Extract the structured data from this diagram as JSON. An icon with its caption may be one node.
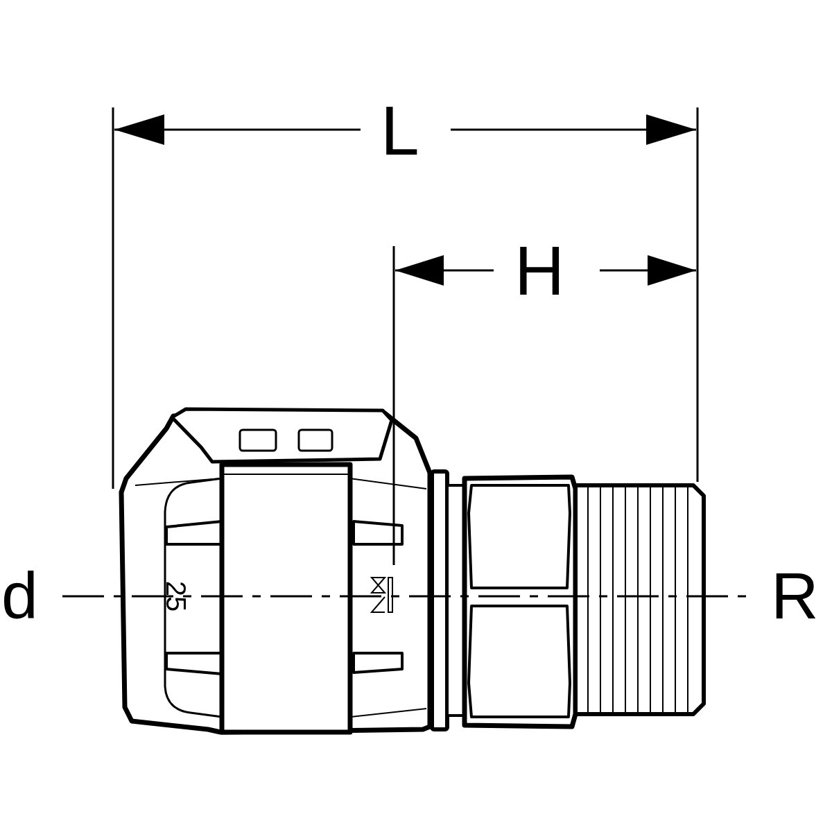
{
  "diagram": {
    "labels": [
      "L",
      "H",
      "d",
      "R",
      "25"
    ]
  }
}
